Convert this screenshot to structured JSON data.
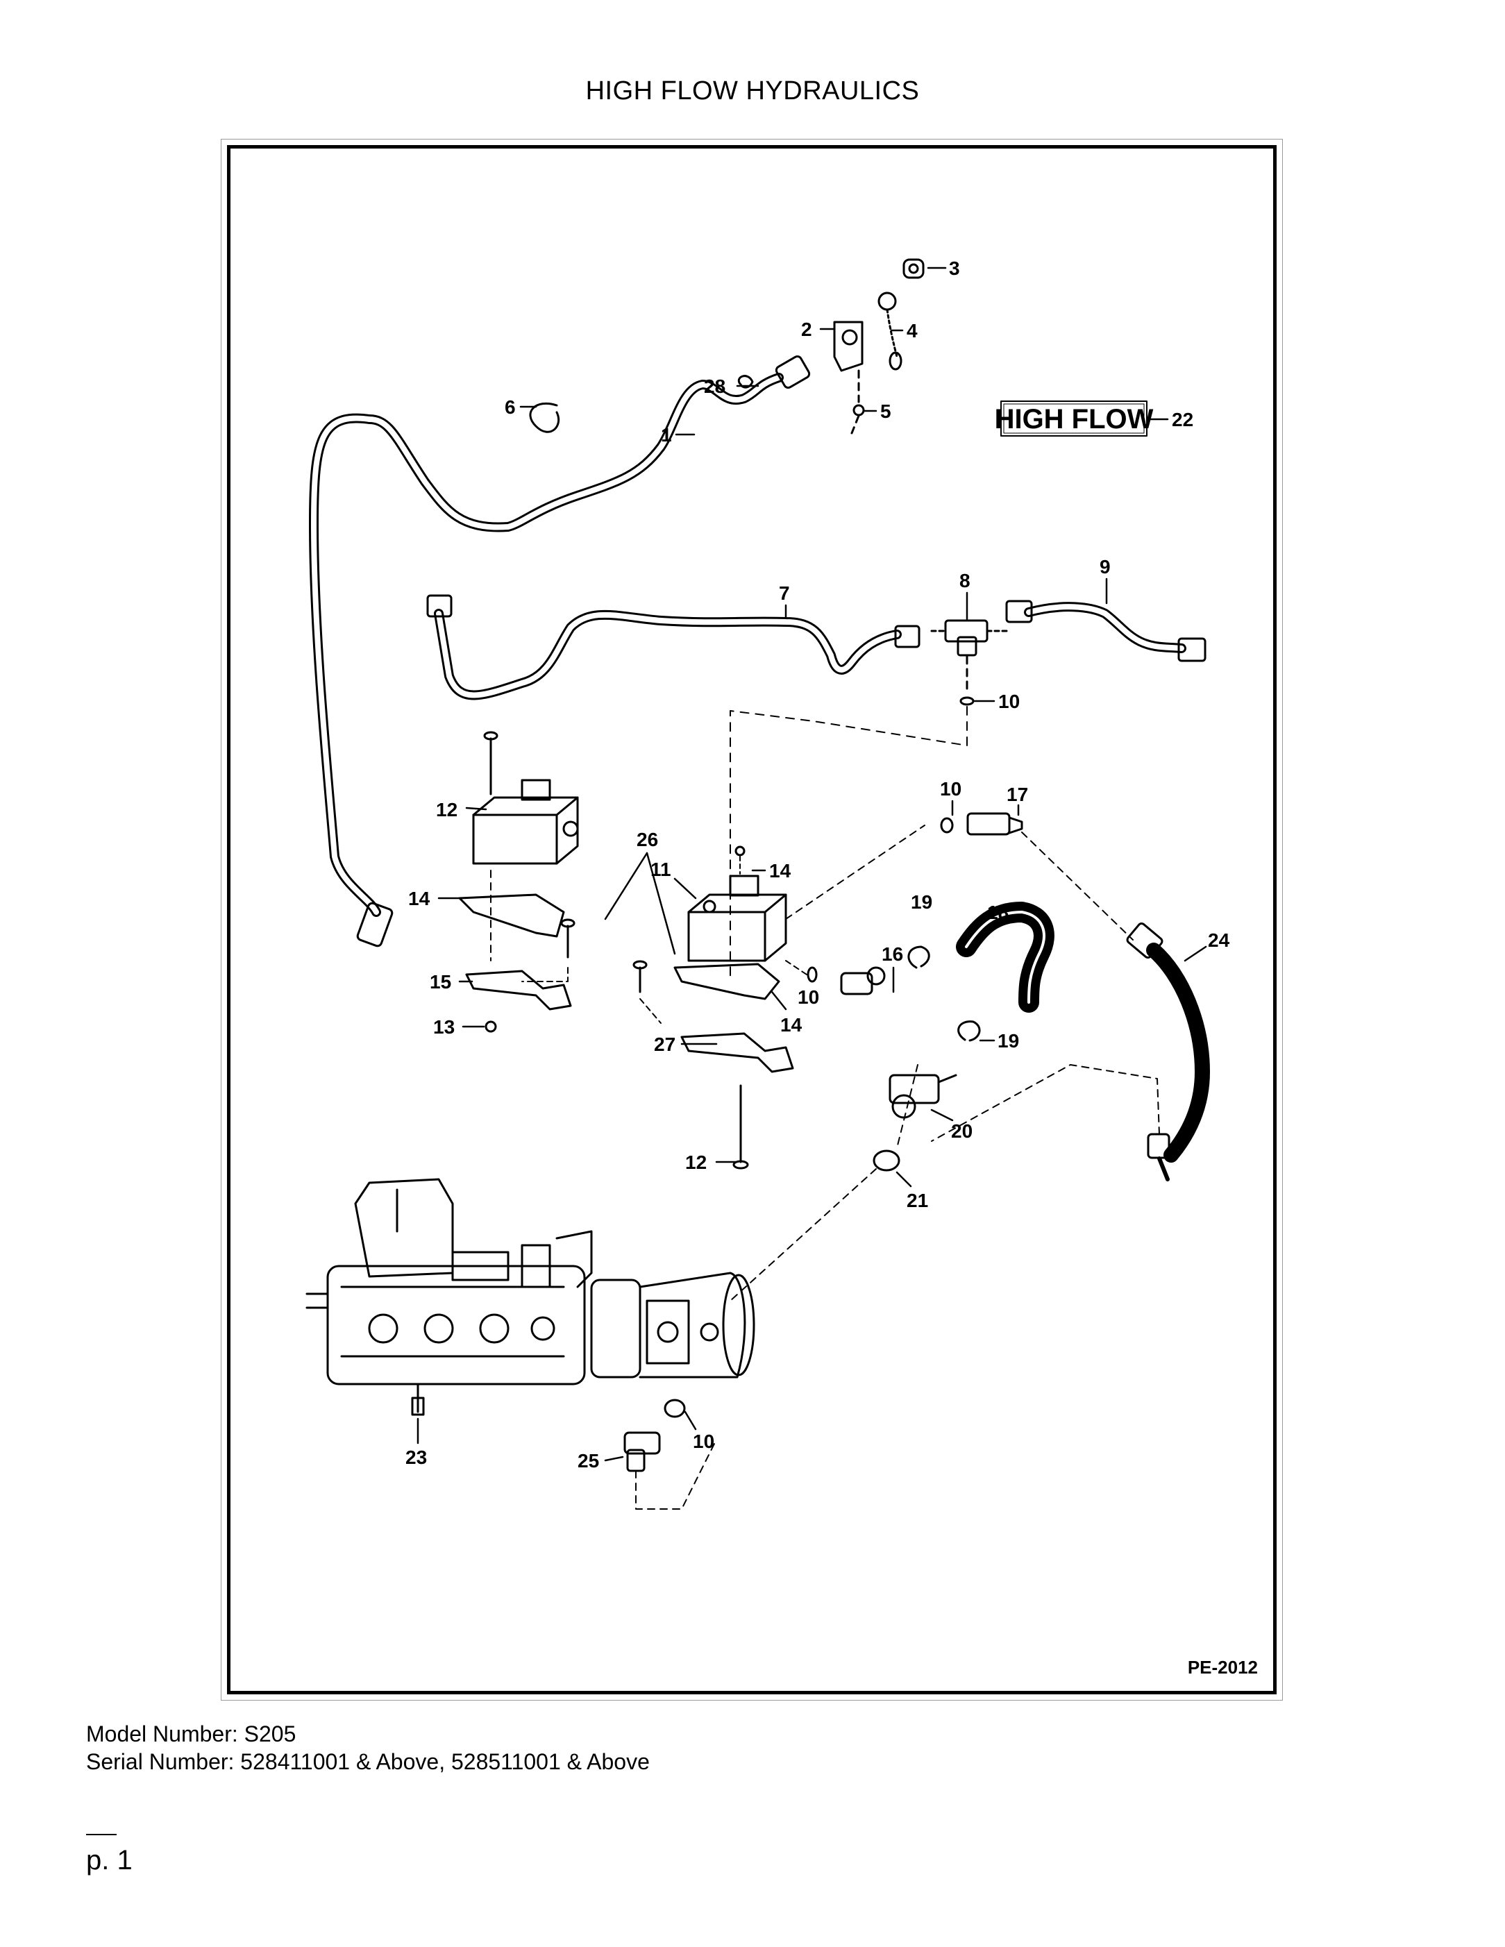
{
  "page": {
    "title": "HIGH FLOW HYDRAULICS",
    "drawing_number": "PE-2012",
    "decal_text": "HIGH FLOW",
    "model_number": "Model Number: S205",
    "serial_number": "Serial Number: 528411001 & Above, 528511001 & Above",
    "page_number": "p. 1"
  },
  "callouts": [
    {
      "id": "c1",
      "label": "1"
    },
    {
      "id": "c2",
      "label": "2"
    },
    {
      "id": "c3",
      "label": "3"
    },
    {
      "id": "c4",
      "label": "4"
    },
    {
      "id": "c5",
      "label": "5"
    },
    {
      "id": "c6",
      "label": "6"
    },
    {
      "id": "c7",
      "label": "7"
    },
    {
      "id": "c8",
      "label": "8"
    },
    {
      "id": "c9",
      "label": "9"
    },
    {
      "id": "c10a",
      "label": "10"
    },
    {
      "id": "c10b",
      "label": "10"
    },
    {
      "id": "c10c",
      "label": "10"
    },
    {
      "id": "c10d",
      "label": "10"
    },
    {
      "id": "c11",
      "label": "11"
    },
    {
      "id": "c12a",
      "label": "12"
    },
    {
      "id": "c12b",
      "label": "12"
    },
    {
      "id": "c13",
      "label": "13"
    },
    {
      "id": "c14a",
      "label": "14"
    },
    {
      "id": "c14b",
      "label": "14"
    },
    {
      "id": "c14c",
      "label": "14"
    },
    {
      "id": "c15",
      "label": "15"
    },
    {
      "id": "c16",
      "label": "16"
    },
    {
      "id": "c17",
      "label": "17"
    },
    {
      "id": "c18",
      "label": "18"
    },
    {
      "id": "c19a",
      "label": "19"
    },
    {
      "id": "c19b",
      "label": "19"
    },
    {
      "id": "c20",
      "label": "20"
    },
    {
      "id": "c21",
      "label": "21"
    },
    {
      "id": "c22",
      "label": "22"
    },
    {
      "id": "c23",
      "label": "23"
    },
    {
      "id": "c24",
      "label": "24"
    },
    {
      "id": "c25",
      "label": "25"
    },
    {
      "id": "c26",
      "label": "26"
    },
    {
      "id": "c27",
      "label": "27"
    },
    {
      "id": "c28",
      "label": "28"
    }
  ]
}
